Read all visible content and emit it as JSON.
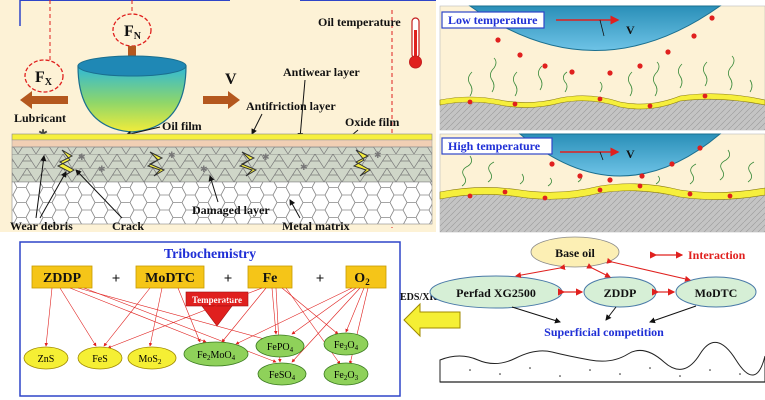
{
  "main_panel": {
    "force_normal": "F",
    "force_normal_sub": "N",
    "force_x": "F",
    "force_x_sub": "X",
    "velocity": "V",
    "oil_temperature": "Oil temperature",
    "antiwear_layer": "Antiwear layer",
    "antifriction_layer": "Antifriction layer",
    "oxide_film": "Oxide film",
    "lubricant": "Lubricant",
    "oil_film": "Oil film",
    "wear_debris": "Wear debris",
    "crack": "Crack",
    "damaged_layer": "Damaged layer",
    "metal_matrix": "Metal matrix"
  },
  "low_panel": {
    "title": "Low temperature",
    "velocity": "V"
  },
  "high_panel": {
    "title": "High temperature",
    "velocity": "V"
  },
  "tribo": {
    "title": "Tribochemistry",
    "reactants": [
      "ZDDP",
      "MoDTC",
      "Fe",
      "O"
    ],
    "o2_sub": "2",
    "plus": "+",
    "temperature": "Temperature",
    "products": {
      "zns": "ZnS",
      "fes": "FeS",
      "mos2": "MoS",
      "mos2_sub": "2",
      "fe2moo4": "Fe",
      "fe2moo4_sub1": "2",
      "fe2moo4_mid": "MoO",
      "fe2moo4_sub2": "4",
      "fepo4": "FePO",
      "fepo4_sub": "4",
      "feso4": "FeSO",
      "feso4_sub": "4",
      "fe3o4": "Fe",
      "fe3o4_sub1": "3",
      "fe3o4_mid": "O",
      "fe3o4_sub2": "4",
      "fe2o3": "Fe",
      "fe2o3_sub1": "2",
      "fe2o3_mid": "O",
      "fe2o3_sub2": "3"
    }
  },
  "competition": {
    "base_oil": "Base oil",
    "interaction": "Interaction",
    "perfad": "Perfad XG2500",
    "zddp": "ZDDP",
    "modtc": "MoDTC",
    "superficial": "Superficial competition",
    "eds_xrd": "EDS/XRD"
  }
}
